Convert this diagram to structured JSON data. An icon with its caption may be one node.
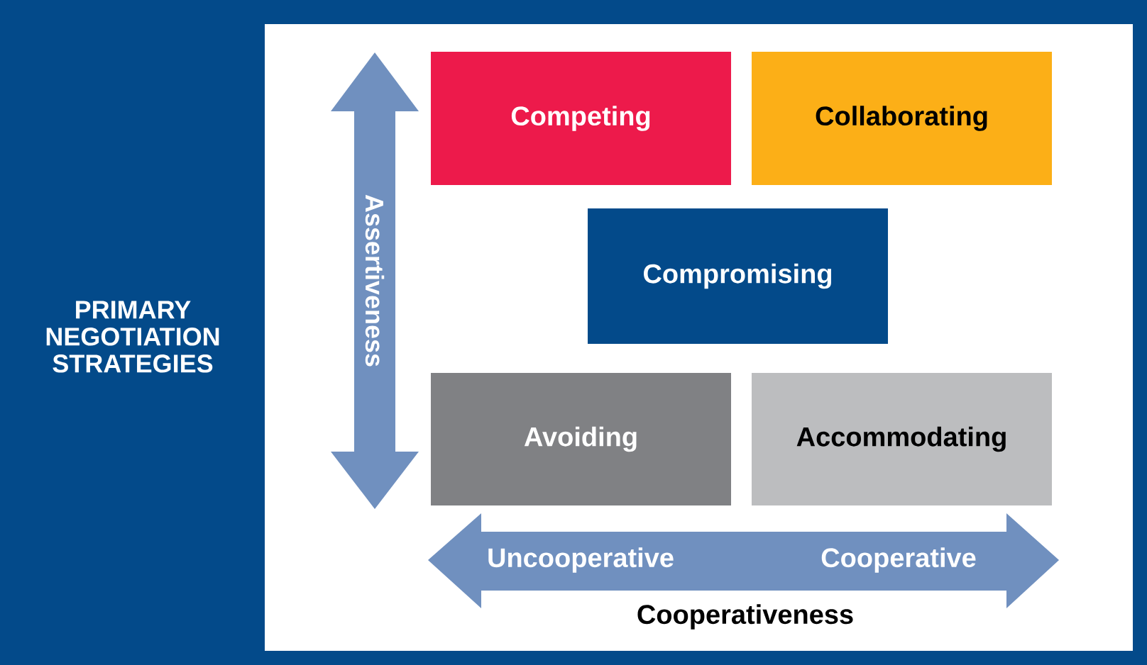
{
  "diagram": {
    "title": "PRIMARY NEGOTIATION STRATEGIES",
    "nodes": [
      {
        "text": [
          "Competing"
        ]
      },
      {
        "text": [
          "Collaborating"
        ]
      },
      {
        "text": [
          "Compromising"
        ]
      },
      {
        "text": [
          "Avoiding"
        ]
      },
      {
        "text": [
          "Accommodating"
        ]
      }
    ],
    "labels": [
      "Assertiveness",
      "Uncooperative",
      "Cooperative",
      "Cooperativeness"
    ]
  }
}
